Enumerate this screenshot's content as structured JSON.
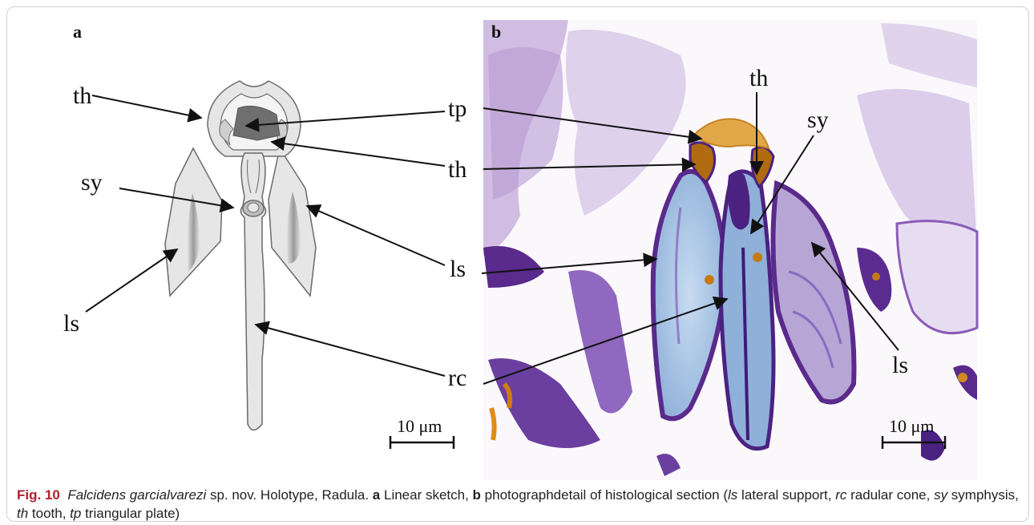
{
  "figure": {
    "panel_a_label": "a",
    "panel_b_label": "b",
    "sketch_labels": {
      "th_top": "th",
      "tp": "tp",
      "th_mid": "th",
      "sy": "sy",
      "ls_right": "ls",
      "ls_left": "ls",
      "rc": "rc"
    },
    "photo_labels": {
      "th": "th",
      "sy": "sy",
      "ls": "ls"
    },
    "scale_a": "10 μm",
    "scale_b": "10 μm"
  },
  "caption": {
    "fig_number": "Fig. 10",
    "species": "Falcidens garcialvarezi",
    "after_species": " sp. nov. Holotype, Radula. ",
    "a_tag": "a",
    "a_text": " Linear sketch, ",
    "b_tag": "b",
    "b_text": " photographdetail of histological section (",
    "ls_abbr": "ls",
    "ls_def": " lateral support, ",
    "rc_abbr": "rc",
    "rc_def": " radular cone, ",
    "sy_abbr": "sy",
    "sy_def": " symphysis, ",
    "th_abbr": "th",
    "th_def": " tooth, ",
    "tp_abbr": "tp",
    "tp_def": " triangular plate)"
  },
  "colors": {
    "background": "#ffffff",
    "sketch_fill": "#e6e6e6",
    "sketch_stroke": "#6a6a6a",
    "tp_fill": "#6f6f6f",
    "stain_purple": "#6a3fa0",
    "stain_blue": "#9dbde0",
    "stain_orange": "#d08b1c",
    "caption_figure_number": "#b01f2e"
  }
}
